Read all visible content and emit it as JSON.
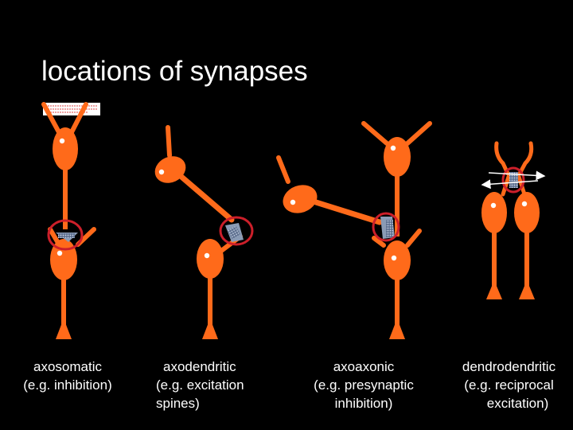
{
  "title": "locations of synapses",
  "colors": {
    "background": "#000000",
    "neuron": "#ff6a1a",
    "synapse_ring": "#cc1f2a",
    "vesicle": "#8a9bb5",
    "text": "#ffffff"
  },
  "synapse_types": [
    {
      "name": "axosomatic",
      "line2": "(e.g. inhibition)",
      "line3": ""
    },
    {
      "name": "axodendritic",
      "line2": "(e.g. excitation",
      "line3": "spines)"
    },
    {
      "name": "axoaxonic",
      "line2": "(e.g. presynaptic",
      "line3": "inhibition)"
    },
    {
      "name": "dendrodendritic",
      "line2": "(e.g. reciprocal",
      "line3": "excitation)"
    }
  ]
}
